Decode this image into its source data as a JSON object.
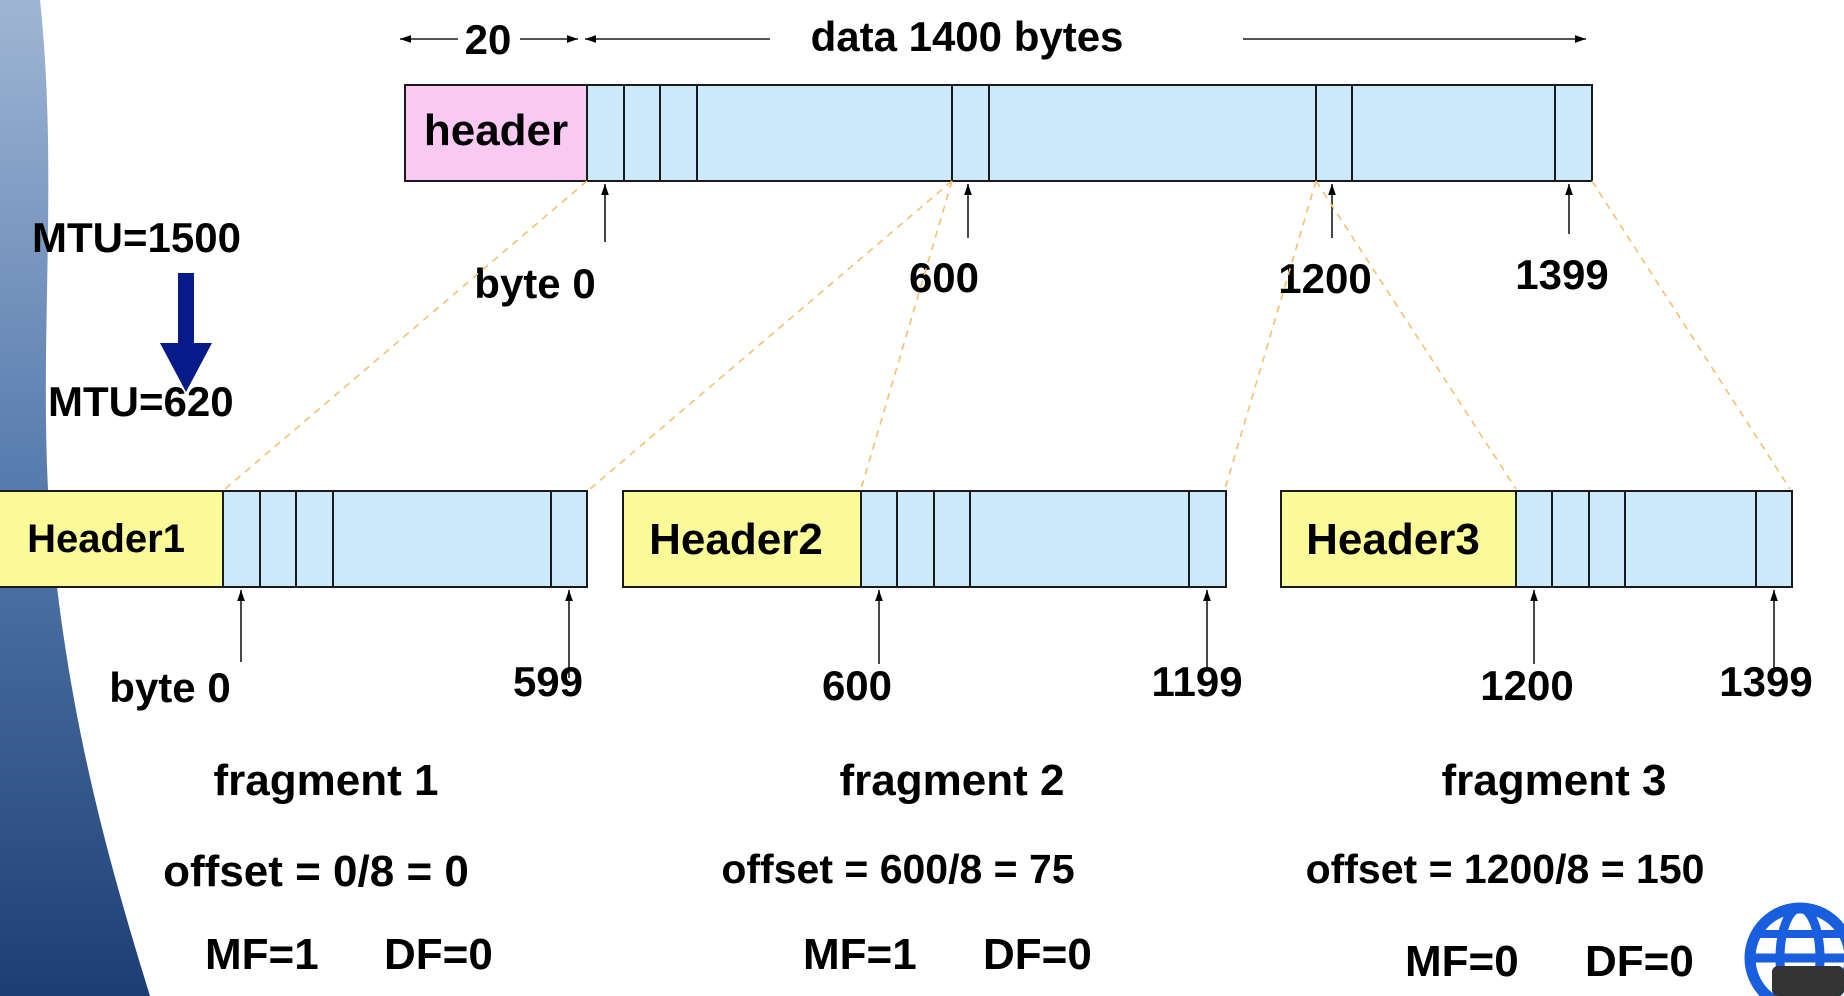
{
  "colors": {
    "data_fill": "#cce9fb",
    "orig_header_fill": "#f9c8f3",
    "frag_header_fill": "#fafa98",
    "mtu_arrow": "#061a8a",
    "dashed_line": "#f5c070",
    "slide_bg_dark": "#1c3e75",
    "slide_bg_light": "#9fb5d4",
    "globe": "#1a5ee0"
  },
  "original": {
    "header_len_label": "20",
    "data_label": "data 1400 bytes",
    "header_label": "header",
    "byte_labels": [
      "byte 0",
      "600",
      "1200",
      "1399"
    ]
  },
  "mtu": {
    "from": "MTU=1500",
    "to": "MTU=620"
  },
  "fragments": [
    {
      "header": "Header1",
      "start_label": "byte 0",
      "end_label": "599",
      "name": "fragment 1",
      "offset": "offset = 0/8 = 0",
      "mf": "MF=1",
      "df": "DF=0"
    },
    {
      "header": "Header2",
      "start_label": "600",
      "end_label": "1199",
      "name": "fragment 2",
      "offset": "offset = 600/8 = 75",
      "mf": "MF=1",
      "df": "DF=0"
    },
    {
      "header": "Header3",
      "start_label": "1200",
      "end_label": "1399",
      "name": "fragment 3",
      "offset": "offset = 1200/8 = 150",
      "mf": "MF=0",
      "df": "DF=0"
    }
  ],
  "icons": {
    "corner": "globe-icon",
    "mtu_change": "arrow-down-icon"
  }
}
